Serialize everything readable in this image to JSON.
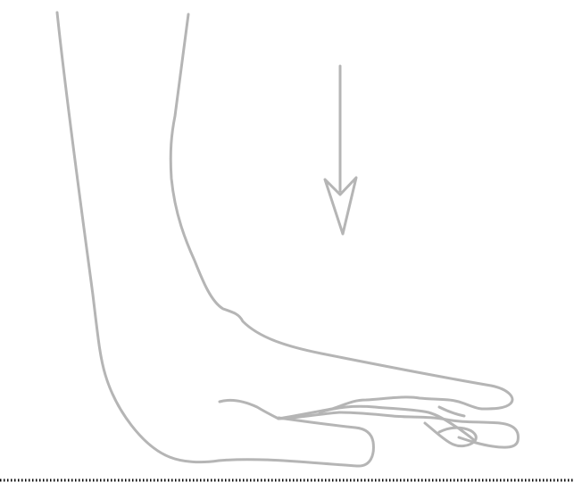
{
  "illustration": {
    "subject": "hand-palm-down",
    "colors": {
      "outline": "#b5b5b5",
      "arrow": "#b5b5b5",
      "ground_dots": "#000000",
      "background": "#ffffff"
    },
    "arrow_direction": "down",
    "ground_line": "dotted"
  }
}
